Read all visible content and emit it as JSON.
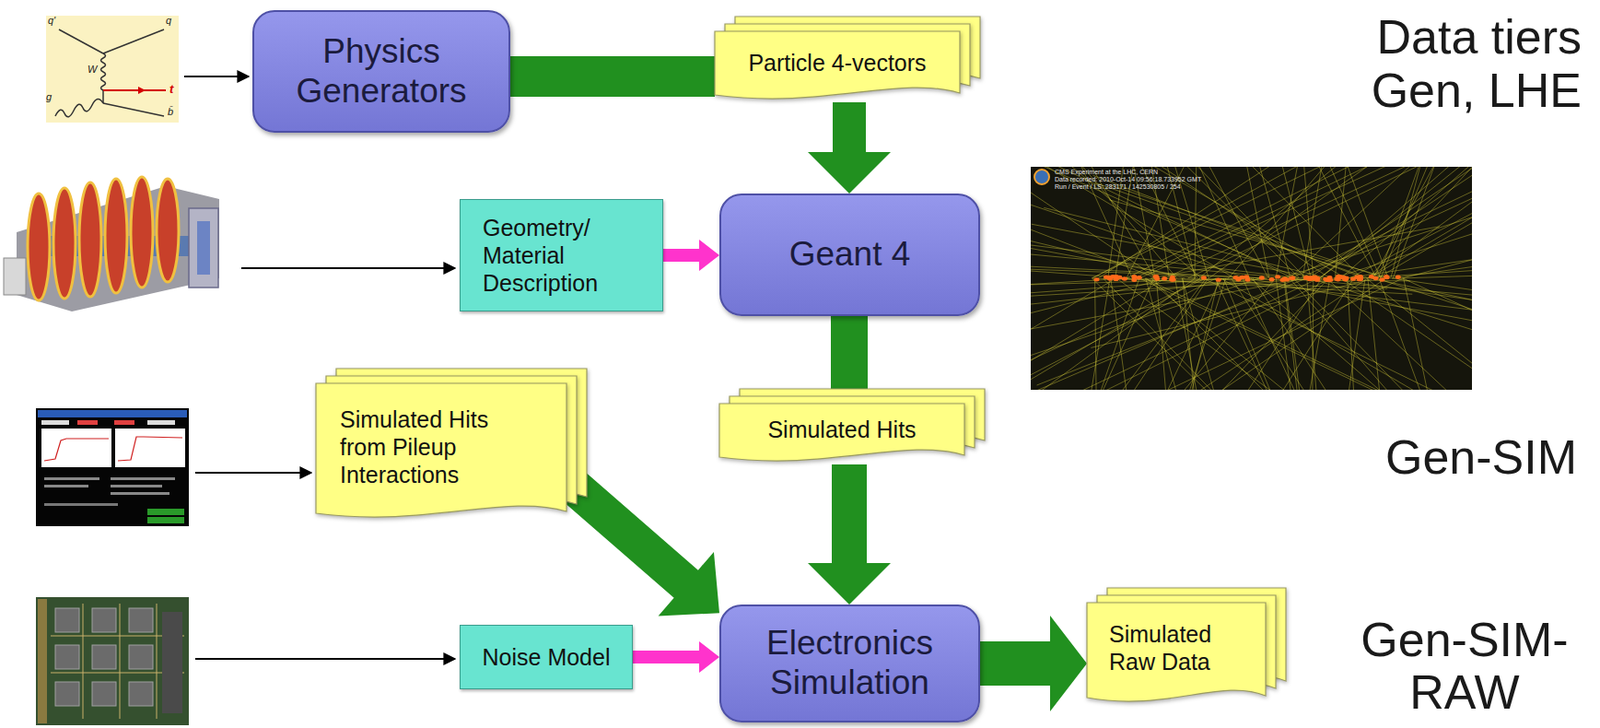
{
  "diagram": {
    "nodes": [
      {
        "text": [
          "Physics Generators"
        ]
      },
      {
        "text": [
          "Particle 4-vectors"
        ]
      },
      {
        "text": [
          "Geometry/ Material Description"
        ]
      },
      {
        "text": [
          "Geant 4"
        ]
      },
      {
        "text": [
          "Simulated Hits from Pileup Interactions"
        ]
      },
      {
        "text": [
          "Simulated Hits"
        ]
      },
      {
        "text": [
          "Noise Model"
        ]
      },
      {
        "text": [
          "Electronics Simulation"
        ]
      },
      {
        "text": [
          "Simulated Raw Data"
        ]
      }
    ],
    "edges": [
      {
        "from": 0,
        "to": 1,
        "arrow": "none"
      },
      {
        "from": 1,
        "to": 3,
        "arrow": "to"
      },
      {
        "from": 2,
        "to": 3,
        "arrow": "to"
      },
      {
        "from": 3,
        "to": 5,
        "arrow": "none"
      },
      {
        "from": 4,
        "to": 7,
        "arrow": "to"
      },
      {
        "from": 5,
        "to": 7,
        "arrow": "to"
      },
      {
        "from": 6,
        "to": 7,
        "arrow": "to"
      },
      {
        "from": 7,
        "to": 8,
        "arrow": "to"
      }
    ],
    "labels": [
      "q'",
      "q",
      "W",
      "t",
      "g",
      "b̄",
      "CMS Experiment at the LHC, CERN",
      "Data recorded: 2010-Oct-14 09:56:18.733952 GMT",
      "Run / Event / LS: 283171 / 142530805 / 254",
      "Data tiers",
      "Gen, LHE",
      "Gen-SIM",
      "Gen-SIM- RAW"
    ]
  }
}
